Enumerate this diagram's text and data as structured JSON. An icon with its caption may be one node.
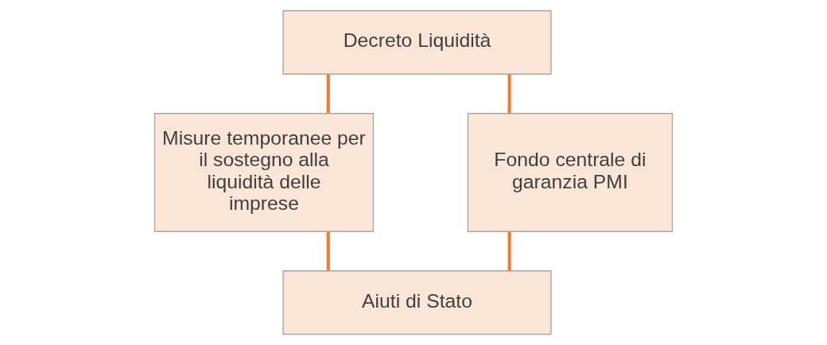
{
  "diagram": {
    "nodes": [
      {
        "text": [
          "Decreto Liquidità"
        ]
      },
      {
        "text": [
          "Misure temporanee per il sostegno alla liquidità delle imprese"
        ]
      },
      {
        "text": [
          "Fondo centrale di garanzia PMI"
        ]
      },
      {
        "text": [
          "Aiuti di Stato"
        ]
      }
    ],
    "edges": [
      {
        "from": 0,
        "to": 1,
        "arrow": "none",
        "color": "#ed7d31"
      },
      {
        "from": 0,
        "to": 2,
        "arrow": "none",
        "color": "#ed7d31"
      },
      {
        "from": 1,
        "to": 3,
        "arrow": "none",
        "color": "#ed7d31"
      },
      {
        "from": 2,
        "to": 3,
        "arrow": "none",
        "color": "#ed7d31"
      }
    ]
  }
}
